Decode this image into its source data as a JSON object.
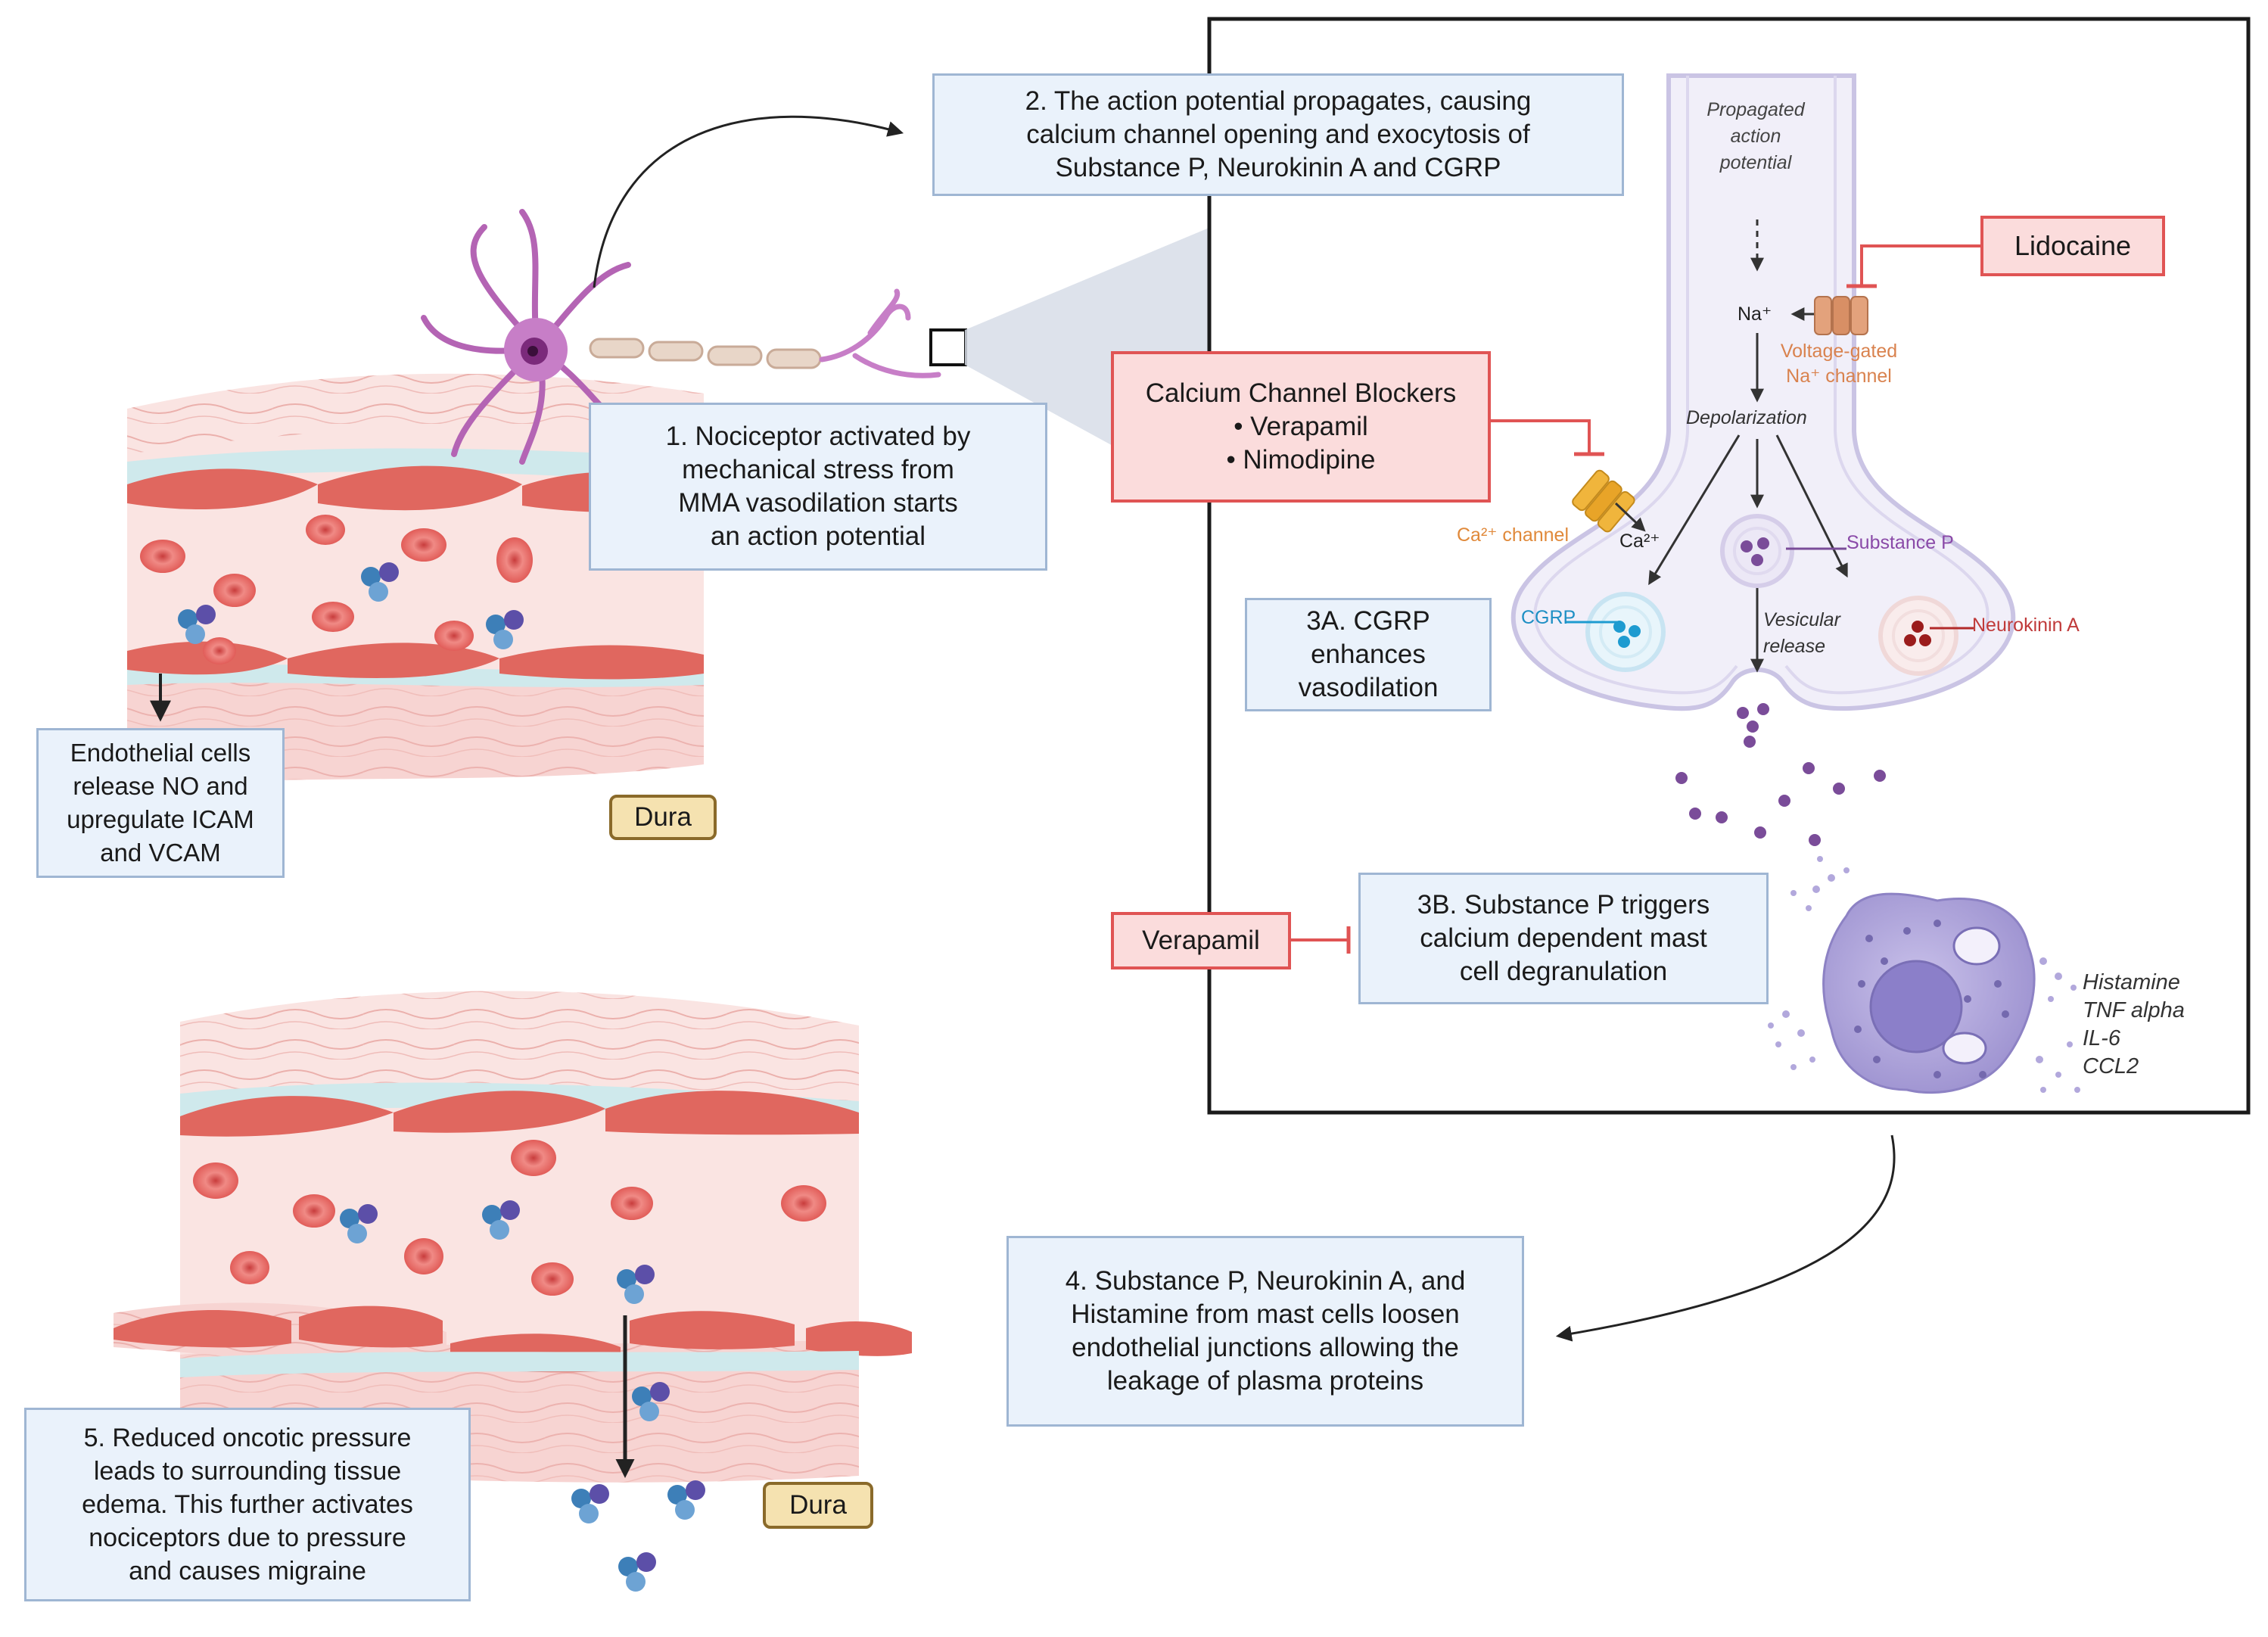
{
  "steps": {
    "step1": [
      "1.  Nociceptor activated by",
      "mechanical stress from",
      "MMA vasodilation starts",
      "an action potential"
    ],
    "step2": [
      "2. The action potential propagates, causing",
      "calcium channel opening and exocytosis of",
      "Substance P, Neurokinin A and CGRP"
    ],
    "step3a": [
      "3A. CGRP",
      "enhances",
      "vasodilation"
    ],
    "step3b": [
      "3B. Substance P triggers",
      "calcium dependent mast",
      "cell degranulation"
    ],
    "step4": [
      "4. Substance P, Neurokinin A, and",
      "Histamine from mast cells loosen",
      "endothelial junctions allowing the",
      "leakage of plasma proteins"
    ],
    "step5": [
      "5. Reduced oncotic pressure",
      "leads to surrounding tissue",
      "edema. This further activates",
      "nociceptors due to pressure",
      "and causes migraine"
    ],
    "endothelial": [
      "Endothelial cells",
      "release NO and",
      "upregulate ICAM",
      "and VCAM"
    ]
  },
  "drugs": {
    "lidocaine": "Lidocaine",
    "ccb": [
      "Calcium Channel Blockers",
      "• Verapamil",
      "• Nimodipine"
    ],
    "verapamil": "Verapamil"
  },
  "tissue": {
    "dura_top": "Dura",
    "dura_bottom": "Dura"
  },
  "synapse": {
    "propagated": [
      "Propagated",
      "action",
      "potential"
    ],
    "na": "Na⁺",
    "na_channel": [
      "Voltage-gated",
      "Na⁺ channel"
    ],
    "depolarization": "Depolarization",
    "ca_channel": "Ca²⁺ channel",
    "ca": "Ca²⁺",
    "substance_p": "Substance P",
    "cgrp": "CGRP",
    "neurokinin_a": "Neurokinin A",
    "vesicular": [
      "Vesicular",
      "release"
    ]
  },
  "mediators": [
    "Histamine",
    "TNF alpha",
    "IL-6",
    "CCL2"
  ],
  "colors": {
    "box_fill": "#eaf2fb",
    "box_border": "#9fb6d3",
    "drug_fill": "#fbdcdc",
    "drug_border": "#e05454",
    "tissue_pink": "#f7d4d2",
    "cell_red": "#e0675f",
    "neuron_purple": "#b464b4",
    "synapse_fill": "#f1eff9",
    "mast_purple": "#b7ade0"
  }
}
